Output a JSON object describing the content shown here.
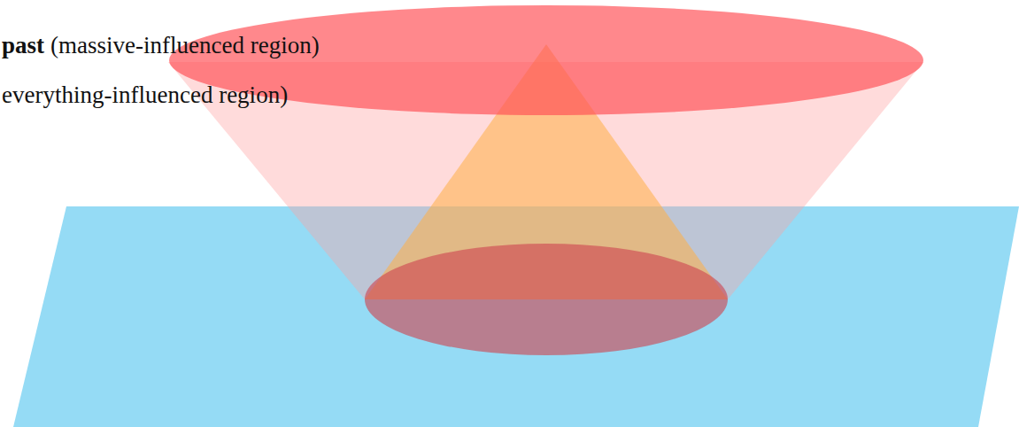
{
  "diagram": {
    "labels": [
      "past",
      "(massive-influenced region)",
      "everything-influenced region)"
    ]
  }
}
